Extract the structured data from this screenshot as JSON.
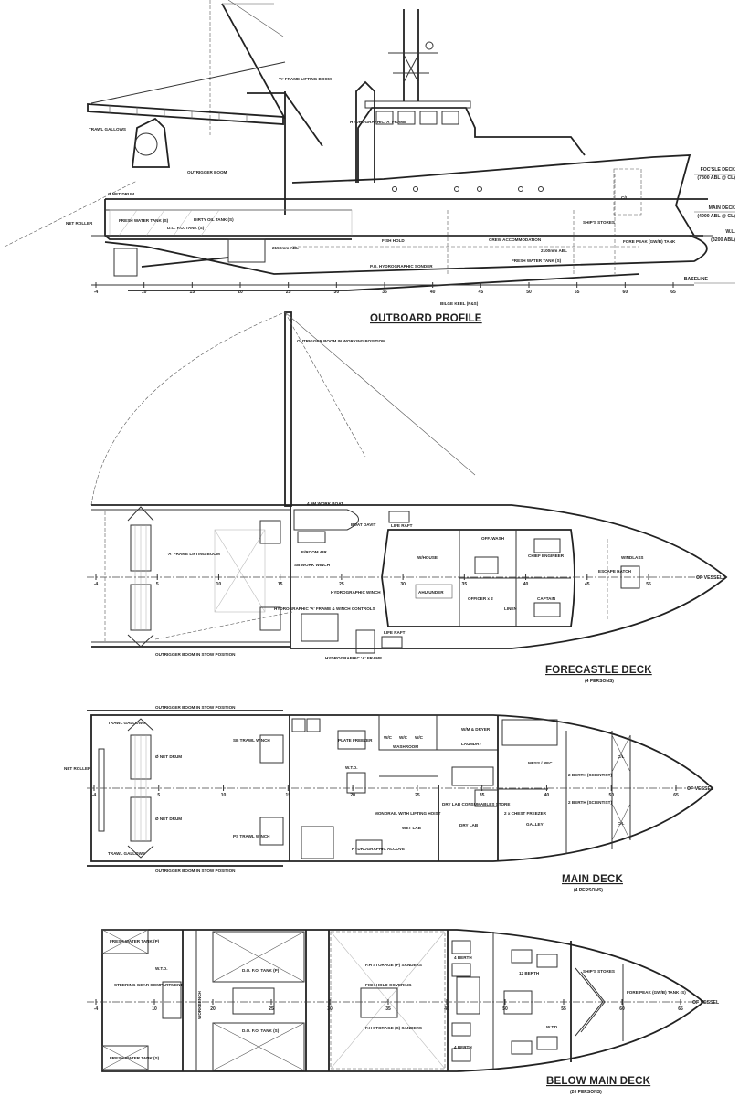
{
  "profile": {
    "title": "OUTBOARD PROFILE",
    "labels": {
      "a_frame_boom": "'A' FRAME LIFTING BOOM",
      "trawl_gallows": "TRAWL GALLOWS",
      "hydro_a_frame": "HYDROGRAPHIC 'A' FRAME",
      "outrigger_boom": "OUTRIGGER BOOM",
      "net_drum": "Ø NET DRUM",
      "net_roller": "NET ROLLER",
      "fw_tank": "FRESH WATER TANK (S)",
      "dofo_tank": "D.O. F.O. TANK (S)",
      "dirty_oil": "DIRTY OIL TANK (S)",
      "abl_2150": "2150mm ABL",
      "fish_hold": "FISH HOLD",
      "crew_accom": "CREW ACCOMMODATION",
      "abl_2100": "2100mm ABL",
      "fw_tank_fwd": "FRESH WATER TANK (S)",
      "ships_stores": "SHIP'S STORES",
      "fore_peak": "FORE PEAK (GW/B) TANK",
      "bilge_keel": "BILGE KEEL (P&S)",
      "sonder": "P.O. HYDROGRAPHIC SONDER",
      "cl": "C/L"
    },
    "levels": [
      {
        "name": "FOC'SLE DECK",
        "value": "(7300 ABL @ CL)"
      },
      {
        "name": "MAIN DECK",
        "value": "(4900 ABL @ CL)"
      },
      {
        "name": "W.L.",
        "value": "(3200 ABL)"
      },
      {
        "name": "BASELINE",
        "value": ""
      }
    ],
    "frames": [
      "-4",
      "10",
      "15",
      "20",
      "25",
      "30",
      "35",
      "40",
      "45",
      "50",
      "55",
      "60",
      "65"
    ]
  },
  "forecastle": {
    "title": "FORECASTLE DECK",
    "subtitle": "(4 PERSONS)",
    "labels": {
      "boom_working": "OUTRIGGER BOOM IN WORKING POSITION",
      "work_boat": "4.5M WORK BOAT",
      "boat_davit": "BOAT DAVIT",
      "life_raft_1": "LIFE RAFT",
      "eroom_air": "E/ROOM AIR",
      "a_frame_boom": "'A' FRAME LIFTING BOOM",
      "wheelhouse": "W/HOUSE",
      "off_wash": "OFF. WASH",
      "chief_engineer": "CHIEF ENGINEER",
      "hydro_winch": "HYDROGRAPHIC WINCH",
      "sb_work_winch": "SB WORK WINCH",
      "ahu_under": "AHU UNDER",
      "officer": "OFFICER x 2",
      "captain": "CAPTAIN",
      "linen": "LINEN",
      "windlass": "WINDLASS",
      "escape_hatch": "ESCAPE HATCH",
      "life_raft_2": "LIFE RAFT",
      "hydro_a_frame": "HYDROGRAPHIC 'A' FRAME",
      "hydro_controls": "HYDROGRAPHIC 'A' FRAME & WINCH CONTROLS",
      "boom_stow": "OUTRIGGER BOOM IN STOW POSITION",
      "cl_vessel": "OF VESSEL"
    },
    "frames": [
      "-4",
      "5",
      "10",
      "15",
      "25",
      "30",
      "35",
      "40",
      "45",
      "55"
    ]
  },
  "main_deck": {
    "title": "MAIN DECK",
    "subtitle": "(4 PERSONS)",
    "labels": {
      "boom_stow_top": "OUTRIGGER BOOM IN STOW POSITION",
      "boom_stow_bottom": "OUTRIGGER BOOM IN STOW POSITION",
      "gallows_top": "TRAWL GALLOWS",
      "gallows_bottom": "TRAWL GALLOWS",
      "net_roller": "NET ROLLER",
      "net_drum_1": "Ø NET DRUM",
      "net_drum_2": "Ø NET DRUM",
      "sb_winch": "SB TRAWL WINCH",
      "ps_winch": "PS TRAWL WINCH",
      "plate_freezer": "PLATE FREEZER",
      "wc1": "W/C",
      "wc2": "W/C",
      "wc3": "W/C",
      "washroom": "WASHROOM",
      "washer_dryer": "W/M & DRYER",
      "laundry": "LAUNDRY",
      "mess": "MESS / REC.",
      "wtd": "W.T.D.",
      "monorail": "MONORAIL WITH LIFTING HOIST",
      "wet_lab": "WET LAB",
      "dry_lab": "DRY LAB",
      "dry_store": "DRY LAB CONSUMABLES STORE",
      "freezer": "2 x CHEST FREEZER",
      "galley": "GALLEY",
      "berth_1": "2 BERTH (SCIENTIST)",
      "berth_2": "2 BERTH (SCIENTIST)",
      "cl1": "C/L",
      "cl2": "C/L",
      "hydro_alcove": "HYDROGRAPHIC ALCOVE",
      "cl_vessel": "OF VESSEL"
    },
    "frames": [
      "-4",
      "5",
      "10",
      "15",
      "20",
      "25",
      "35",
      "40",
      "50",
      "65"
    ]
  },
  "below_deck": {
    "title": "BELOW MAIN DECK",
    "subtitle": "(20 PERSONS)",
    "labels": {
      "fw_p": "FRESH WATER TANK (P)",
      "fw_s": "FRESH WATER TANK (S)",
      "steering": "STEERING GEAR COMPARTMENT",
      "wtd1": "W.T.D.",
      "workbench": "WORKBENCH",
      "dofo_p": "D.O. F.O. TANK (P)",
      "dofo_s": "D.O. F.O. TANK (S)",
      "fh_storage_p": "F.H STORAGE (P) SANDERS",
      "fish_hold": "FISH HOLD COVERING",
      "fh_storage_s": "F.H STORAGE (S) SANDERS",
      "berth4a": "4 BERTH",
      "berth4b": "4 BERTH",
      "berth12": "12 BERTH",
      "wtd2": "W.T.D.",
      "ships_stores": "SHIP'S STORES",
      "fore_peak": "FORE PEAK (GW/B) TANK (S)",
      "cl_vessel": "OF VESSEL"
    },
    "frames": [
      "-4",
      "10",
      "20",
      "25",
      "30",
      "35",
      "40",
      "50",
      "55",
      "60",
      "65"
    ]
  },
  "colors": {
    "ink": "#222222",
    "paper": "#ffffff"
  }
}
